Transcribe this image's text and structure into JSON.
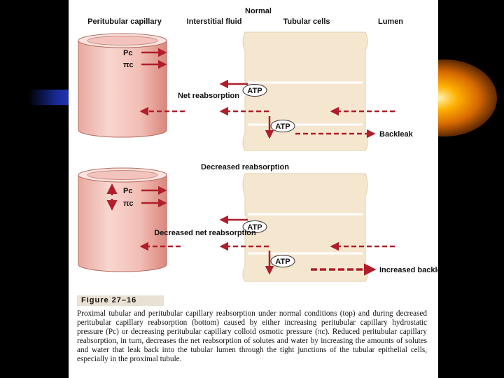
{
  "columns": {
    "peritubular": "Peritubular capillary",
    "interstitial": "Interstitial fluid",
    "tubular": "Tubular cells",
    "lumen": "Lumen"
  },
  "top": {
    "title": "Normal",
    "pc": "Pc",
    "pic": "πc",
    "atp": "ATP",
    "net_label": "Net reabsorption",
    "backleak": "Backleak"
  },
  "bottom": {
    "title": "Decreased reabsorption",
    "pc": "Pc",
    "pic": "πc",
    "atp": "ATP",
    "net_label": "Decreased net reabsorption",
    "backleak": "Increased backleak"
  },
  "figure": {
    "number": "Figure 27–16",
    "caption": "Proximal tubular and peritubular capillary reabsorption under normal conditions (top) and during decreased peritubular capillary reabsorption (bottom) caused by either increasing peritubular capillary hydrostatic pressure (Pc) or decreasing peritubular capillary colloid osmotic pressure (πc). Reduced peritubular capillary reabsorption, in turn, decreases the net reabsorption of solutes and water by increasing the amounts of solutes and water that leak back into the tubular lumen through the tight junctions of the tubular epithelial cells, especially in the proximal tubule."
  },
  "colors": {
    "arrow": "#b01e2a",
    "cylinder": "#f3c4bd",
    "cells": "#f5e7cf",
    "glow": "#ffb000"
  }
}
